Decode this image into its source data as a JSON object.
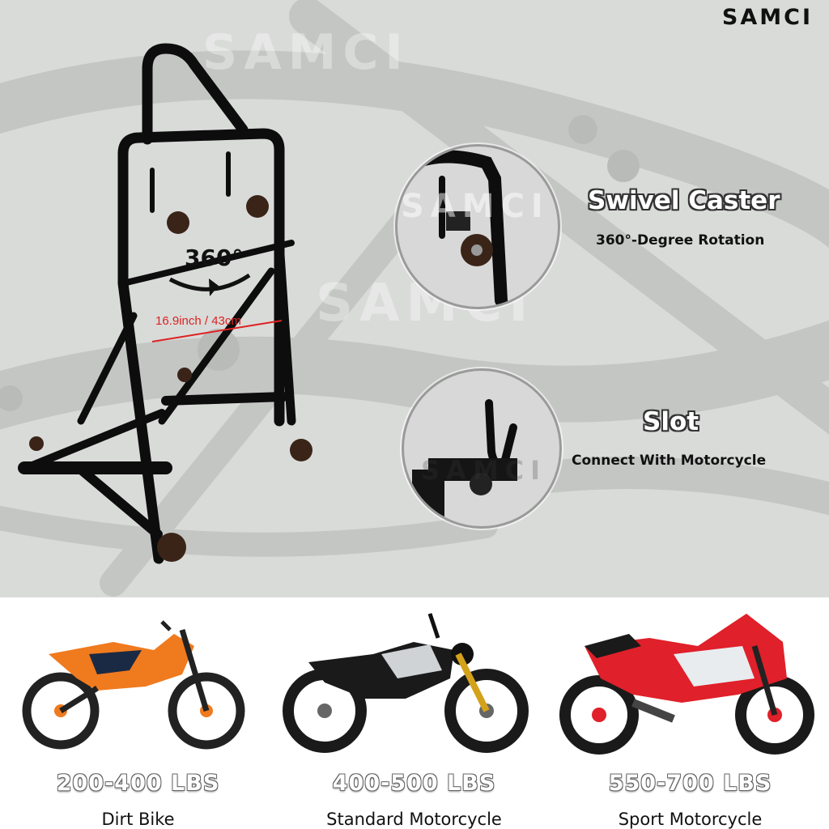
{
  "brand": {
    "name": "SAMCI",
    "watermark": "SAMCI"
  },
  "hero": {
    "rotation_label": "360°",
    "width_label": "16.9inch / 43cm",
    "features": [
      {
        "title": "Swivel Caster",
        "subtitle": "360°-Degree Rotation"
      },
      {
        "title": "Slot",
        "subtitle": "Connect With Motorcycle"
      }
    ]
  },
  "bikes": [
    {
      "weight": "200-400 LBS",
      "type": "Dirt Bike",
      "color": "#f07a1e"
    },
    {
      "weight": "400-500 LBS",
      "type": "Standard Motorcycle",
      "color": "#1a1a1a"
    },
    {
      "weight": "550-700 LBS",
      "type": "Sport Motorcycle",
      "color": "#e0202a"
    }
  ]
}
